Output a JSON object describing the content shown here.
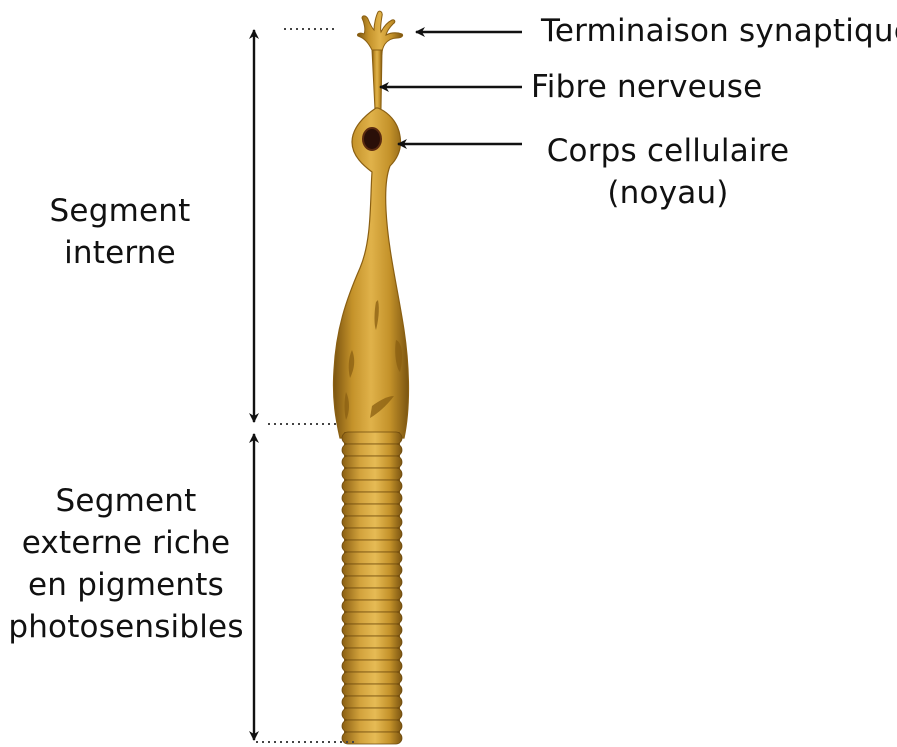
{
  "labels": {
    "terminaison": "Terminaison synaptique",
    "fibre": "Fibre nerveuse",
    "corps": [
      "Corps cellulaire",
      "(noyau)"
    ],
    "interne": [
      "Segment",
      "interne"
    ],
    "externe": [
      "Segment",
      "externe riche",
      "en pigments",
      "photosensibles"
    ]
  },
  "colors": {
    "cell_light": "#d9aa3c",
    "cell_mid": "#b8861f",
    "cell_dark": "#7a5410",
    "nucleus": "#2a0f08",
    "ink": "#111111"
  },
  "outer_segment_discs": 26
}
